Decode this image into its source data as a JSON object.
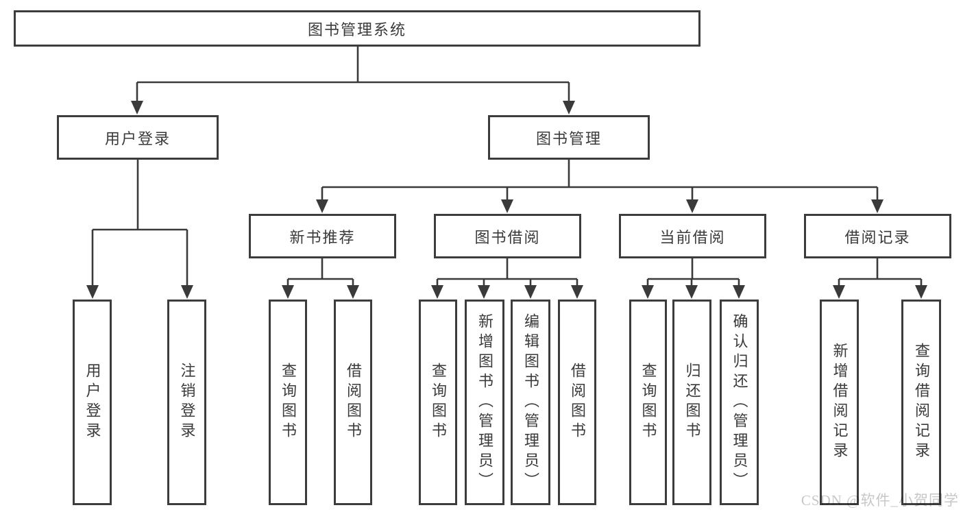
{
  "diagram": {
    "title": "图书管理系统",
    "nodes": {
      "root": {
        "label": "图书管理系统"
      },
      "user_login": {
        "label": "用户登录"
      },
      "book_management": {
        "label": "图书管理"
      },
      "new_book_recommend": {
        "label": "新书推荐"
      },
      "book_borrow": {
        "label": "图书借阅"
      },
      "current_borrow": {
        "label": "当前借阅"
      },
      "borrow_records": {
        "label": "借阅记录"
      },
      "leaf_user_login": {
        "label": "用户登录"
      },
      "leaf_logout": {
        "label": "注销登录"
      },
      "leaf_recommend_query_book": {
        "label": "查询图书"
      },
      "leaf_recommend_borrow_book": {
        "label": "借阅图书"
      },
      "leaf_borrow_query_book": {
        "label": "查询图书"
      },
      "leaf_borrow_add_book": {
        "label": "新增图书（管理员）"
      },
      "leaf_borrow_edit_book": {
        "label": "编辑图书（管理员）"
      },
      "leaf_borrow_borrow_book": {
        "label": "借阅图书"
      },
      "leaf_current_query_book": {
        "label": "查询图书"
      },
      "leaf_current_return_book": {
        "label": "归还图书"
      },
      "leaf_current_confirm_return": {
        "label": "确认归还（管理员）"
      },
      "leaf_records_add_record": {
        "label": "新增借阅记录"
      },
      "leaf_records_query_record": {
        "label": "查询借阅记录"
      }
    },
    "hierarchy": {
      "图书管理系统": {
        "用户登录": [
          "用户登录",
          "注销登录"
        ],
        "图书管理": {
          "新书推荐": [
            "查询图书",
            "借阅图书"
          ],
          "图书借阅": [
            "查询图书",
            "新增图书（管理员）",
            "编辑图书（管理员）",
            "借阅图书"
          ],
          "当前借阅": [
            "查询图书",
            "归还图书",
            "确认归还（管理员）"
          ],
          "借阅记录": [
            "新增借阅记录",
            "查询借阅记录"
          ]
        }
      }
    }
  },
  "watermark": {
    "text": "CSDN @软件_小贺同学"
  },
  "colors": {
    "background": "#ffffff",
    "box_border": "#3c3c3c",
    "text": "#3a3a3a",
    "connector": "#3a3a3a",
    "watermark": "#c7c7c7"
  }
}
